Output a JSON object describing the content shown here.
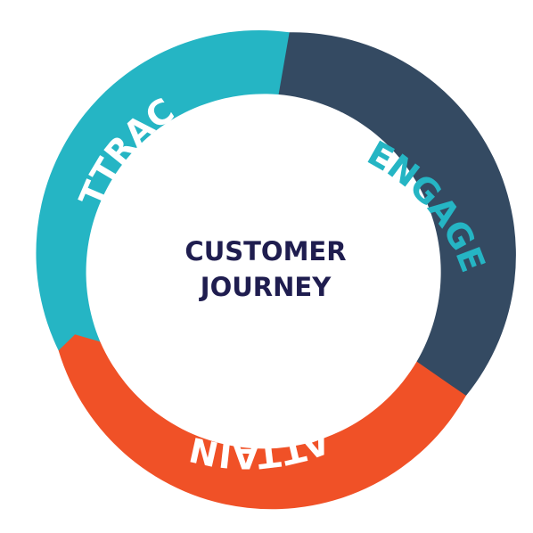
{
  "center": {
    "line1": "CUSTOMER",
    "line2": "JOURNEY"
  },
  "segments": {
    "attract": {
      "label": "ATTRACT",
      "color": "#25b5c4"
    },
    "engage": {
      "label": "ENGAGE",
      "color": "#344a62"
    },
    "attain": {
      "label": "ATTAIN",
      "color": "#f05127"
    }
  },
  "colors": {
    "engage_text": "#25b5c4",
    "attract_text": "#ffffff",
    "attain_text": "#ffffff",
    "center_text": "#1f1d4f",
    "background": "#ffffff"
  }
}
